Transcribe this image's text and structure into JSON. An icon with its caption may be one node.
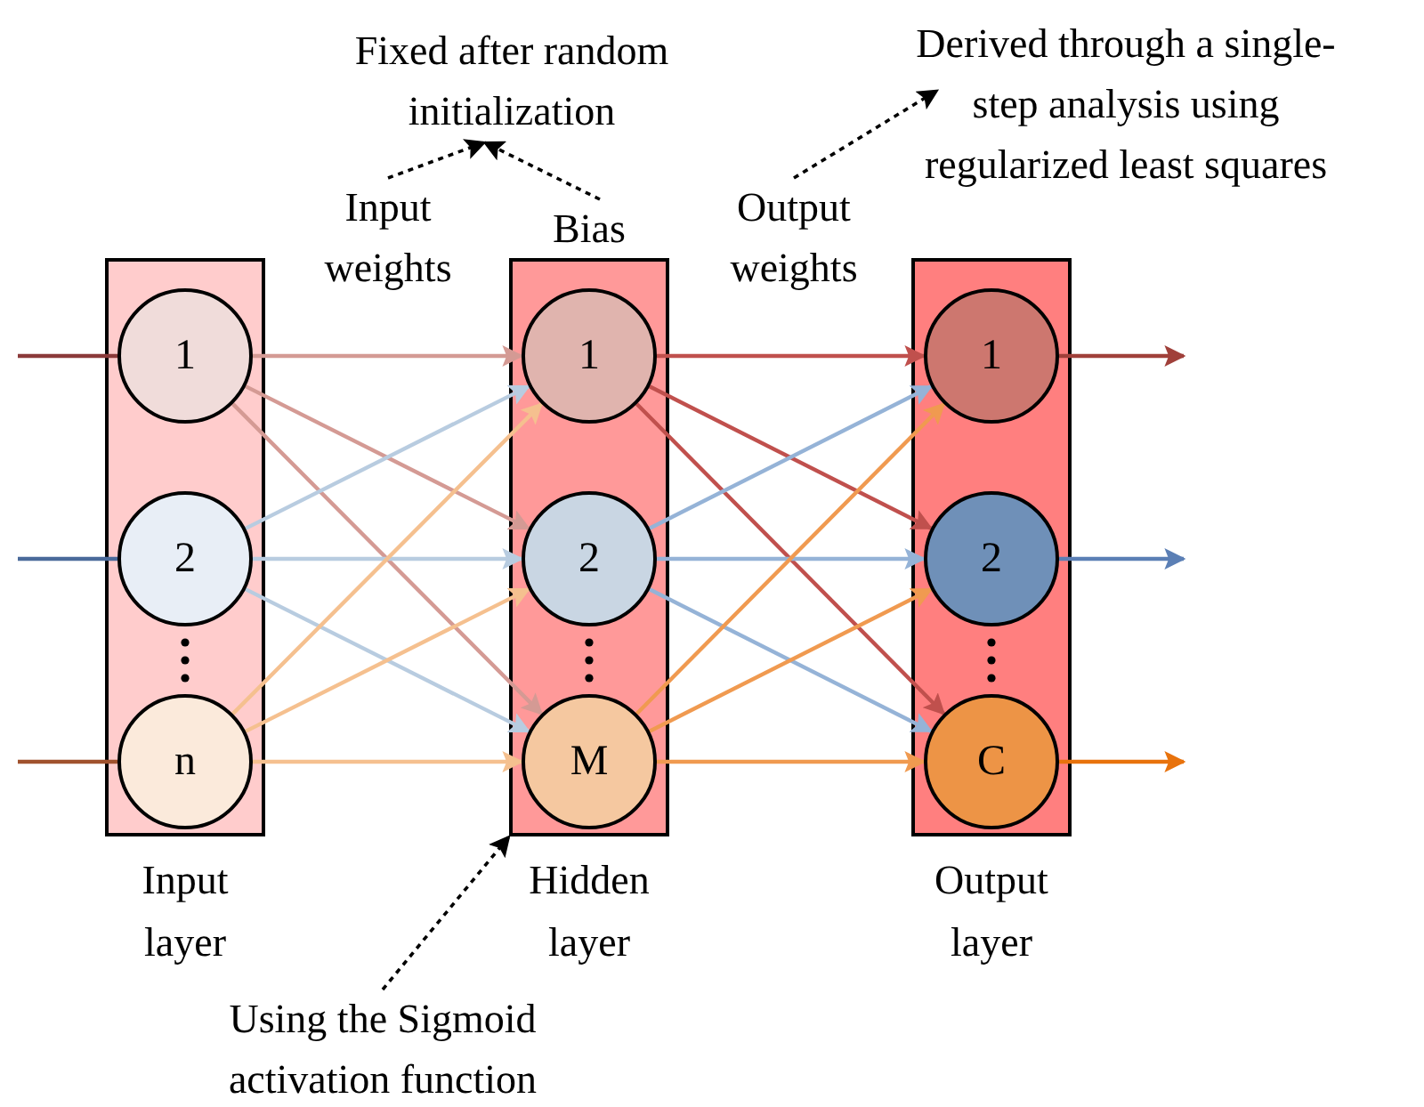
{
  "diagram": {
    "nodes": [
      {
        "text": [
          "Input layer"
        ]
      },
      {
        "text": [
          "1"
        ],
        "in": 0
      },
      {
        "text": [
          "2"
        ],
        "in": 0
      },
      {
        "text": [
          "n"
        ],
        "in": 0
      },
      {
        "text": [
          "Hidden layer"
        ]
      },
      {
        "text": [
          "1"
        ],
        "in": 4
      },
      {
        "text": [
          "2"
        ],
        "in": 4
      },
      {
        "text": [
          "M"
        ],
        "in": 4
      },
      {
        "text": [
          "Output layer"
        ]
      },
      {
        "text": [
          "1"
        ],
        "in": 8
      },
      {
        "text": [
          "2"
        ],
        "in": 8
      },
      {
        "text": [
          "C"
        ],
        "in": 8
      },
      {
        "text": [
          "Fixed after random initialization"
        ]
      },
      {
        "text": [
          "Input weights"
        ]
      },
      {
        "text": [
          "Bias"
        ]
      },
      {
        "text": [
          "Output weights"
        ]
      },
      {
        "text": [
          "Derived through a single-step analysis using regularized least squares"
        ]
      },
      {
        "text": [
          "Using the Sigmoid activation function"
        ]
      }
    ],
    "edges": [
      {
        "from": null,
        "to": 1,
        "arrow": "none",
        "color": "#8b3a3a"
      },
      {
        "from": null,
        "to": 2,
        "arrow": "none",
        "color": "#4a6a9a"
      },
      {
        "from": null,
        "to": 3,
        "arrow": "none",
        "color": "#a0522d"
      },
      {
        "from": 1,
        "to": 5,
        "arrow": "to",
        "color": "#d49a94"
      },
      {
        "from": 1,
        "to": 6,
        "arrow": "to",
        "color": "#d49a94"
      },
      {
        "from": 1,
        "to": 7,
        "arrow": "to",
        "color": "#d49a94"
      },
      {
        "from": 2,
        "to": 5,
        "arrow": "to",
        "color": "#b8cce0"
      },
      {
        "from": 2,
        "to": 6,
        "arrow": "to",
        "color": "#b8cce0"
      },
      {
        "from": 2,
        "to": 7,
        "arrow": "to",
        "color": "#b8cce0"
      },
      {
        "from": 3,
        "to": 5,
        "arrow": "to",
        "color": "#f5c08f"
      },
      {
        "from": 3,
        "to": 6,
        "arrow": "to",
        "color": "#f5c08f"
      },
      {
        "from": 3,
        "to": 7,
        "arrow": "to",
        "color": "#f5c08f"
      },
      {
        "from": 5,
        "to": 9,
        "arrow": "to",
        "color": "#c0504d"
      },
      {
        "from": 5,
        "to": 10,
        "arrow": "to",
        "color": "#c0504d"
      },
      {
        "from": 5,
        "to": 11,
        "arrow": "to",
        "color": "#c0504d"
      },
      {
        "from": 6,
        "to": 9,
        "arrow": "to",
        "color": "#95b3d7"
      },
      {
        "from": 6,
        "to": 10,
        "arrow": "to",
        "color": "#95b3d7"
      },
      {
        "from": 6,
        "to": 11,
        "arrow": "to",
        "color": "#95b3d7"
      },
      {
        "from": 7,
        "to": 9,
        "arrow": "to",
        "color": "#f09a50"
      },
      {
        "from": 7,
        "to": 10,
        "arrow": "to",
        "color": "#f09a50"
      },
      {
        "from": 7,
        "to": 11,
        "arrow": "to",
        "color": "#f09a50"
      },
      {
        "from": 9,
        "to": null,
        "arrow": "to",
        "color": "#a0403a"
      },
      {
        "from": 10,
        "to": null,
        "arrow": "to",
        "color": "#5b7fb5"
      },
      {
        "from": 11,
        "to": null,
        "arrow": "to",
        "color": "#e8720c"
      },
      {
        "from": 13,
        "to": 12,
        "arrow": "to",
        "style": "dashed",
        "color": "#000000"
      },
      {
        "from": 14,
        "to": 12,
        "arrow": "to",
        "style": "dashed",
        "color": "#000000"
      },
      {
        "from": 15,
        "to": 16,
        "arrow": "to",
        "style": "dashed",
        "color": "#000000"
      },
      {
        "from": 17,
        "to": 4,
        "arrow": "to",
        "style": "dashed",
        "color": "#000000"
      }
    ]
  }
}
